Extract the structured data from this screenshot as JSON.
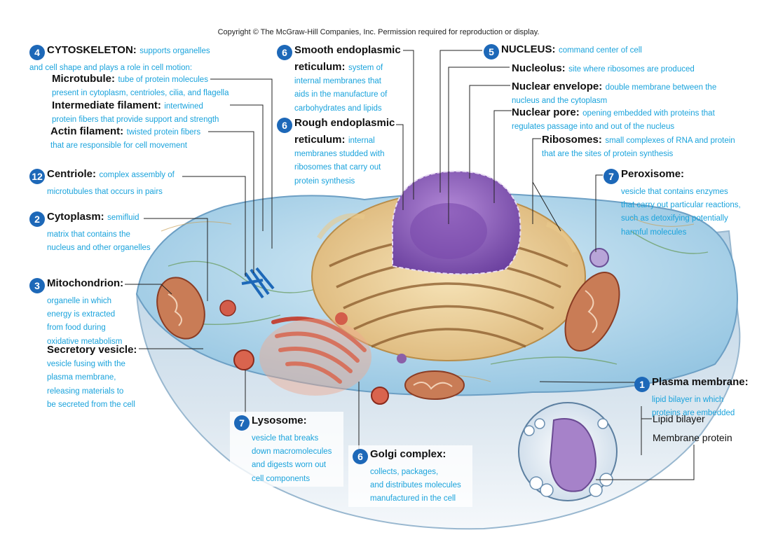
{
  "copyright": "Copyright © The McGraw-Hill Companies, Inc. Permission required for reproduction or display.",
  "colors": {
    "badge": "#1d68b8",
    "description": "#1aa3dc",
    "heading": "#111111"
  },
  "labels": {
    "cytoskeleton": {
      "badge": "4",
      "title": "CYTOSKELETON:",
      "desc_a": "supports organelles",
      "desc_b": "and cell shape and plays a role in cell motion:"
    },
    "microtubule": {
      "title": "Microtubule:",
      "desc_a": "tube of protein molecules",
      "desc_b": "present in cytoplasm, centrioles, cilia, and flagella"
    },
    "intermediate": {
      "title": "Intermediate filament:",
      "desc_a": "intertwined",
      "desc_b": "protein fibers that provide support and strength"
    },
    "actin": {
      "title": "Actin filament:",
      "desc_a": "twisted protein fibers",
      "desc_b": "that are responsible for cell movement"
    },
    "centriole": {
      "badge": "12",
      "title": "Centriole:",
      "desc_a": "complex assembly of",
      "desc_b": "microtubules that occurs in pairs"
    },
    "cytoplasm": {
      "badge": "2",
      "title": "Cytoplasm:",
      "desc_a": "semifluid",
      "desc_b": "matrix that contains the",
      "desc_c": "nucleus and other organelles"
    },
    "mitochondrion": {
      "badge": "3",
      "title": "Mitochondrion:",
      "desc_a": "organelle in which",
      "desc_b": "energy is extracted",
      "desc_c": "from food during",
      "desc_d": "oxidative metabolism"
    },
    "secretory": {
      "title": "Secretory vesicle:",
      "desc_a": "vesicle fusing with the",
      "desc_b": "plasma membrane,",
      "desc_c": "releasing materials to",
      "desc_d": "be secreted from the cell"
    },
    "smooth_er": {
      "badge": "6",
      "title_a": "Smooth endoplasmic",
      "title_b": "reticulum:",
      "desc_a": "system of",
      "desc_b": "internal membranes that",
      "desc_c": "aids in the manufacture of",
      "desc_d": "carbohydrates and lipids"
    },
    "rough_er": {
      "badge": "6",
      "title_a": "Rough endoplasmic",
      "title_b": "reticulum:",
      "desc_a": "internal",
      "desc_b": "membranes studded with",
      "desc_c": "ribosomes that carry out",
      "desc_d": "protein synthesis"
    },
    "nucleus": {
      "badge": "5",
      "title": "NUCLEUS:",
      "desc_a": "command center of cell"
    },
    "nucleolus": {
      "title": "Nucleolus:",
      "desc_a": "site where ribosomes are produced"
    },
    "envelope": {
      "title": "Nuclear envelope:",
      "desc_a": "double membrane between the",
      "desc_b": "nucleus and the cytoplasm"
    },
    "pore": {
      "title": "Nuclear pore:",
      "desc_a": "opening embedded with proteins that",
      "desc_b": "regulates passage into and out of the nucleus"
    },
    "ribosomes": {
      "title": "Ribosomes:",
      "desc_a": "small complexes of RNA and protein",
      "desc_b": "that are the sites of protein synthesis"
    },
    "peroxisome": {
      "badge": "7",
      "title": "Peroxisome:",
      "desc_a": "vesicle that contains enzymes",
      "desc_b": "that carry out particular reactions,",
      "desc_c": "such as detoxifying potentially",
      "desc_d": "harmful molecules"
    },
    "plasma": {
      "badge": "1",
      "title": "Plasma membrane:",
      "desc_a": "lipid bilayer in which",
      "desc_b": "proteins are embedded"
    },
    "lipid": {
      "title": "Lipid bilayer"
    },
    "membrane_protein": {
      "title": "Membrane protein"
    },
    "lysosome": {
      "badge": "7",
      "title": "Lysosome:",
      "desc_a": "vesicle that breaks",
      "desc_b": "down macromolecules",
      "desc_c": "and digests worn out",
      "desc_d": "cell components"
    },
    "golgi": {
      "badge": "6",
      "title": "Golgi complex:",
      "desc_a": "collects, packages,",
      "desc_b": "and distributes molecules",
      "desc_c": "manufactured in the cell"
    }
  }
}
